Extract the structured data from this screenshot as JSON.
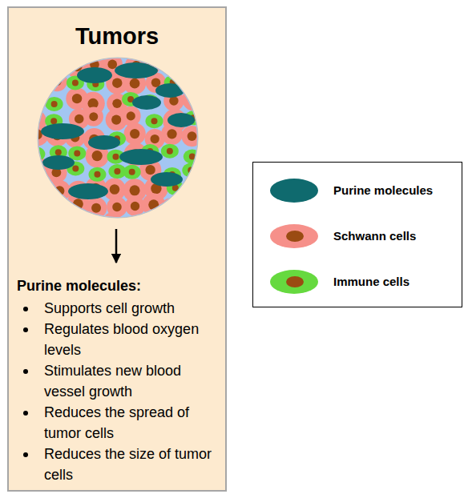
{
  "diagram": {
    "nodes": [
      {
        "text": [
          "Tumors",
          "Purine molecules:",
          "Supports cell growth",
          "Regulates blood oxygen levels",
          "Stimulates new blood vessel growth",
          "Reduces the spread of tumor cells",
          "Reduces the size of tumor cells"
        ]
      }
    ],
    "legend": [
      {
        "text": "Purine molecules",
        "color": "#0f6a6e"
      },
      {
        "text": "Schwann cells",
        "color": "#f6908a"
      },
      {
        "text": "Immune cells",
        "color": "#66d93f"
      }
    ]
  }
}
